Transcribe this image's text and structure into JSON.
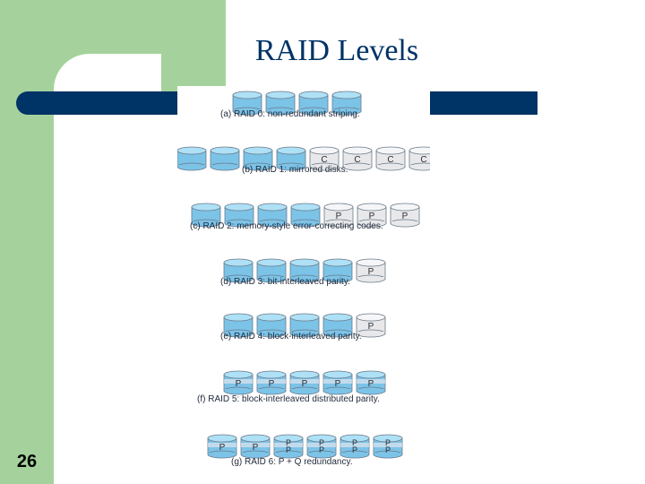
{
  "slide": {
    "title": "RAID Levels",
    "number": "26"
  },
  "colors": {
    "disk_blue": "#7cc3e8",
    "disk_top": "#aee0f6",
    "check_gray": "#e8e8ea",
    "bar_blue": "#003366",
    "green": "#a5d29c"
  },
  "raid": {
    "levels": [
      {
        "caption": "(a) RAID 0: non-redundant striping.",
        "disks": [
          [],
          [],
          [],
          []
        ]
      },
      {
        "caption": "(b) RAID 1: mirrored disks.",
        "disks": [
          [],
          [],
          [],
          [],
          [
            "C"
          ],
          [
            "C"
          ],
          [
            "C"
          ],
          [
            "C"
          ]
        ]
      },
      {
        "caption": "(c) RAID 2: memory-style error-correcting codes.",
        "disks": [
          [],
          [],
          [],
          [],
          [
            "P"
          ],
          [
            "P"
          ],
          [
            "P"
          ]
        ]
      },
      {
        "caption": "(d) RAID 3: bit-interleaved parity.",
        "disks": [
          [],
          [],
          [],
          [],
          [
            "P"
          ]
        ]
      },
      {
        "caption": "(e) RAID 4: block-interleaved parity.",
        "disks": [
          [],
          [],
          [],
          [],
          [
            "P"
          ]
        ]
      },
      {
        "caption": "(f) RAID 5: block-interleaved distributed parity.",
        "disks": [
          [
            "P"
          ],
          [
            "P"
          ],
          [
            "P"
          ],
          [
            "P"
          ],
          [
            "P"
          ]
        ]
      },
      {
        "caption": "(g) RAID 6: P + Q redundancy.",
        "disks": [
          [
            "P"
          ],
          [
            "P"
          ],
          [
            "P",
            "P"
          ],
          [
            "P",
            "P"
          ],
          [
            "P",
            "P"
          ],
          [
            "P",
            "P"
          ]
        ]
      }
    ]
  }
}
